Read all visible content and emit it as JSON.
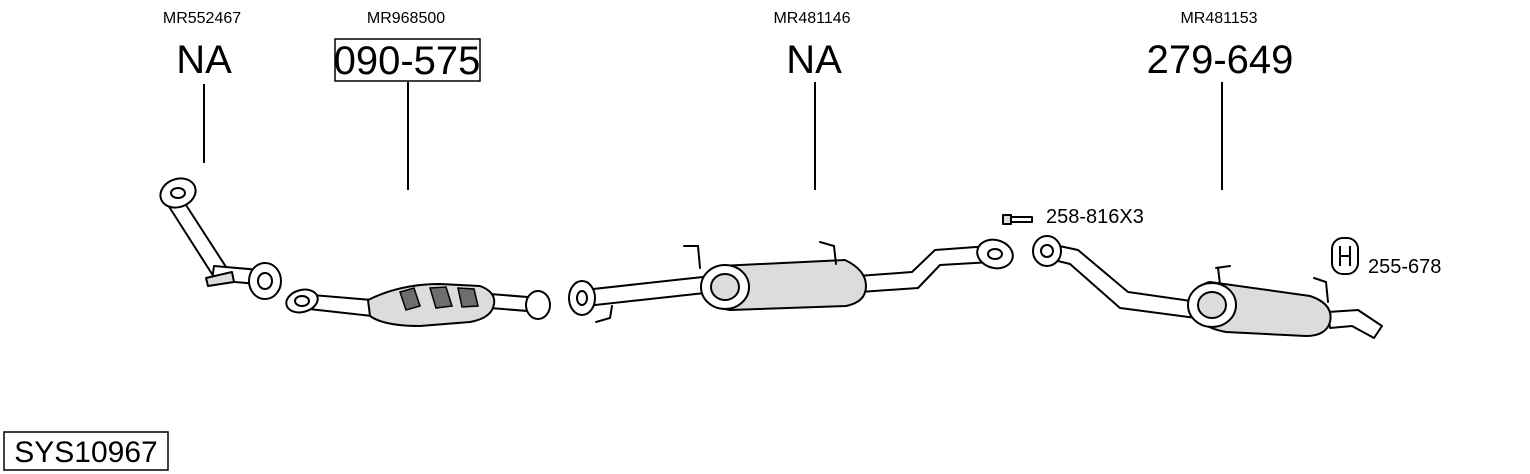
{
  "parts": [
    {
      "oem": "MR552467",
      "code": "NA",
      "boxed": false
    },
    {
      "oem": "MR968500",
      "code": "090-575",
      "boxed": true
    },
    {
      "oem": "MR481146",
      "code": "NA",
      "boxed": false
    },
    {
      "oem": "MR481153",
      "code": "279-649",
      "boxed": false
    }
  ],
  "accessories": [
    {
      "code": "258-816X3"
    },
    {
      "code": "255-678"
    }
  ],
  "system": {
    "code": "SYS10967"
  },
  "colors": {
    "line": "#000000",
    "shade": "#dcdcdc",
    "dark": "#6e6e6e",
    "background": "#ffffff"
  }
}
